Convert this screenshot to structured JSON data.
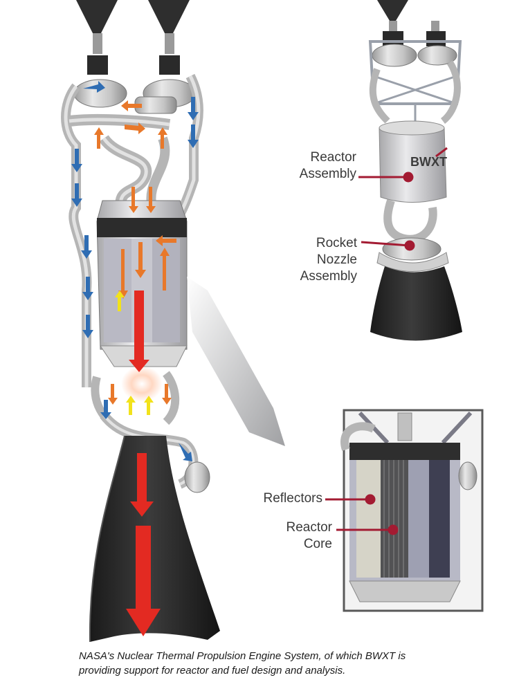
{
  "labels": {
    "reactor_assembly": [
      "Reactor",
      "Assembly"
    ],
    "rocket_nozzle_assembly": [
      "Rocket",
      "Nozzle",
      "Assembly"
    ],
    "reflectors": "Reflectors",
    "reactor_core": [
      "Reactor",
      "Core"
    ]
  },
  "logo_text": "BWXT",
  "caption": {
    "line1": "NASA's Nuclear Thermal Propulsion Engine System, of which BWXT is",
    "line2": "providing support for reactor and fuel design and analysis."
  },
  "colors": {
    "callout_line": "#a31b32",
    "hot_flow": "#e8782a",
    "cold_flow": "#2f6db3",
    "mid_flow": "#f2e21b",
    "exhaust_flow": "#e32a22",
    "nozzle": "#2a2a2a",
    "metal": "#c9c9c9"
  }
}
